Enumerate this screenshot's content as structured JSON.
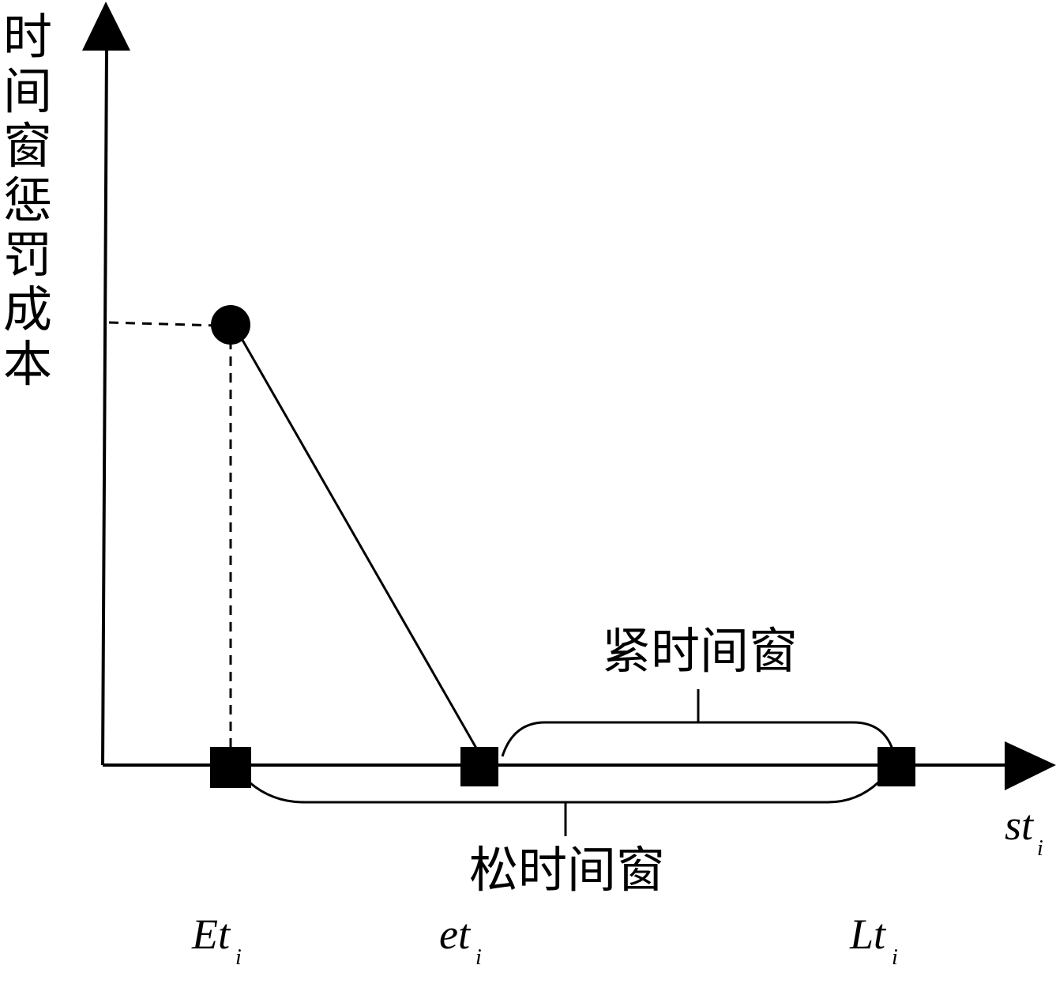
{
  "y_axis_label": "时间窗惩罚成本",
  "x_axis_label": {
    "main": "st",
    "sub": "i"
  },
  "points": {
    "Et": {
      "main": "Et",
      "sub": "i"
    },
    "et": {
      "main": "et",
      "sub": "i"
    },
    "Lt": {
      "main": "Lt",
      "sub": "i"
    }
  },
  "tight_window_label": "紧时间窗",
  "loose_window_label": "松时间窗",
  "colors": {
    "stroke": "#000000",
    "background": "#ffffff"
  }
}
